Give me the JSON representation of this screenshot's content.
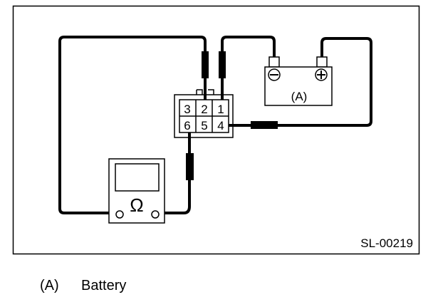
{
  "figure": {
    "id": "SL-00219",
    "connector_pins": {
      "top_row": [
        "3",
        "2",
        "1"
      ],
      "bottom_row": [
        "6",
        "5",
        "4"
      ]
    },
    "battery": {
      "label": "(A)",
      "negative_symbol": "⊖",
      "positive_symbol": "⊕"
    },
    "ohmmeter": {
      "symbol": "Ω"
    }
  },
  "legend": [
    {
      "key": "(A)",
      "text": "Battery"
    }
  ],
  "colors": {
    "line": "#000000",
    "background": "#ffffff"
  }
}
